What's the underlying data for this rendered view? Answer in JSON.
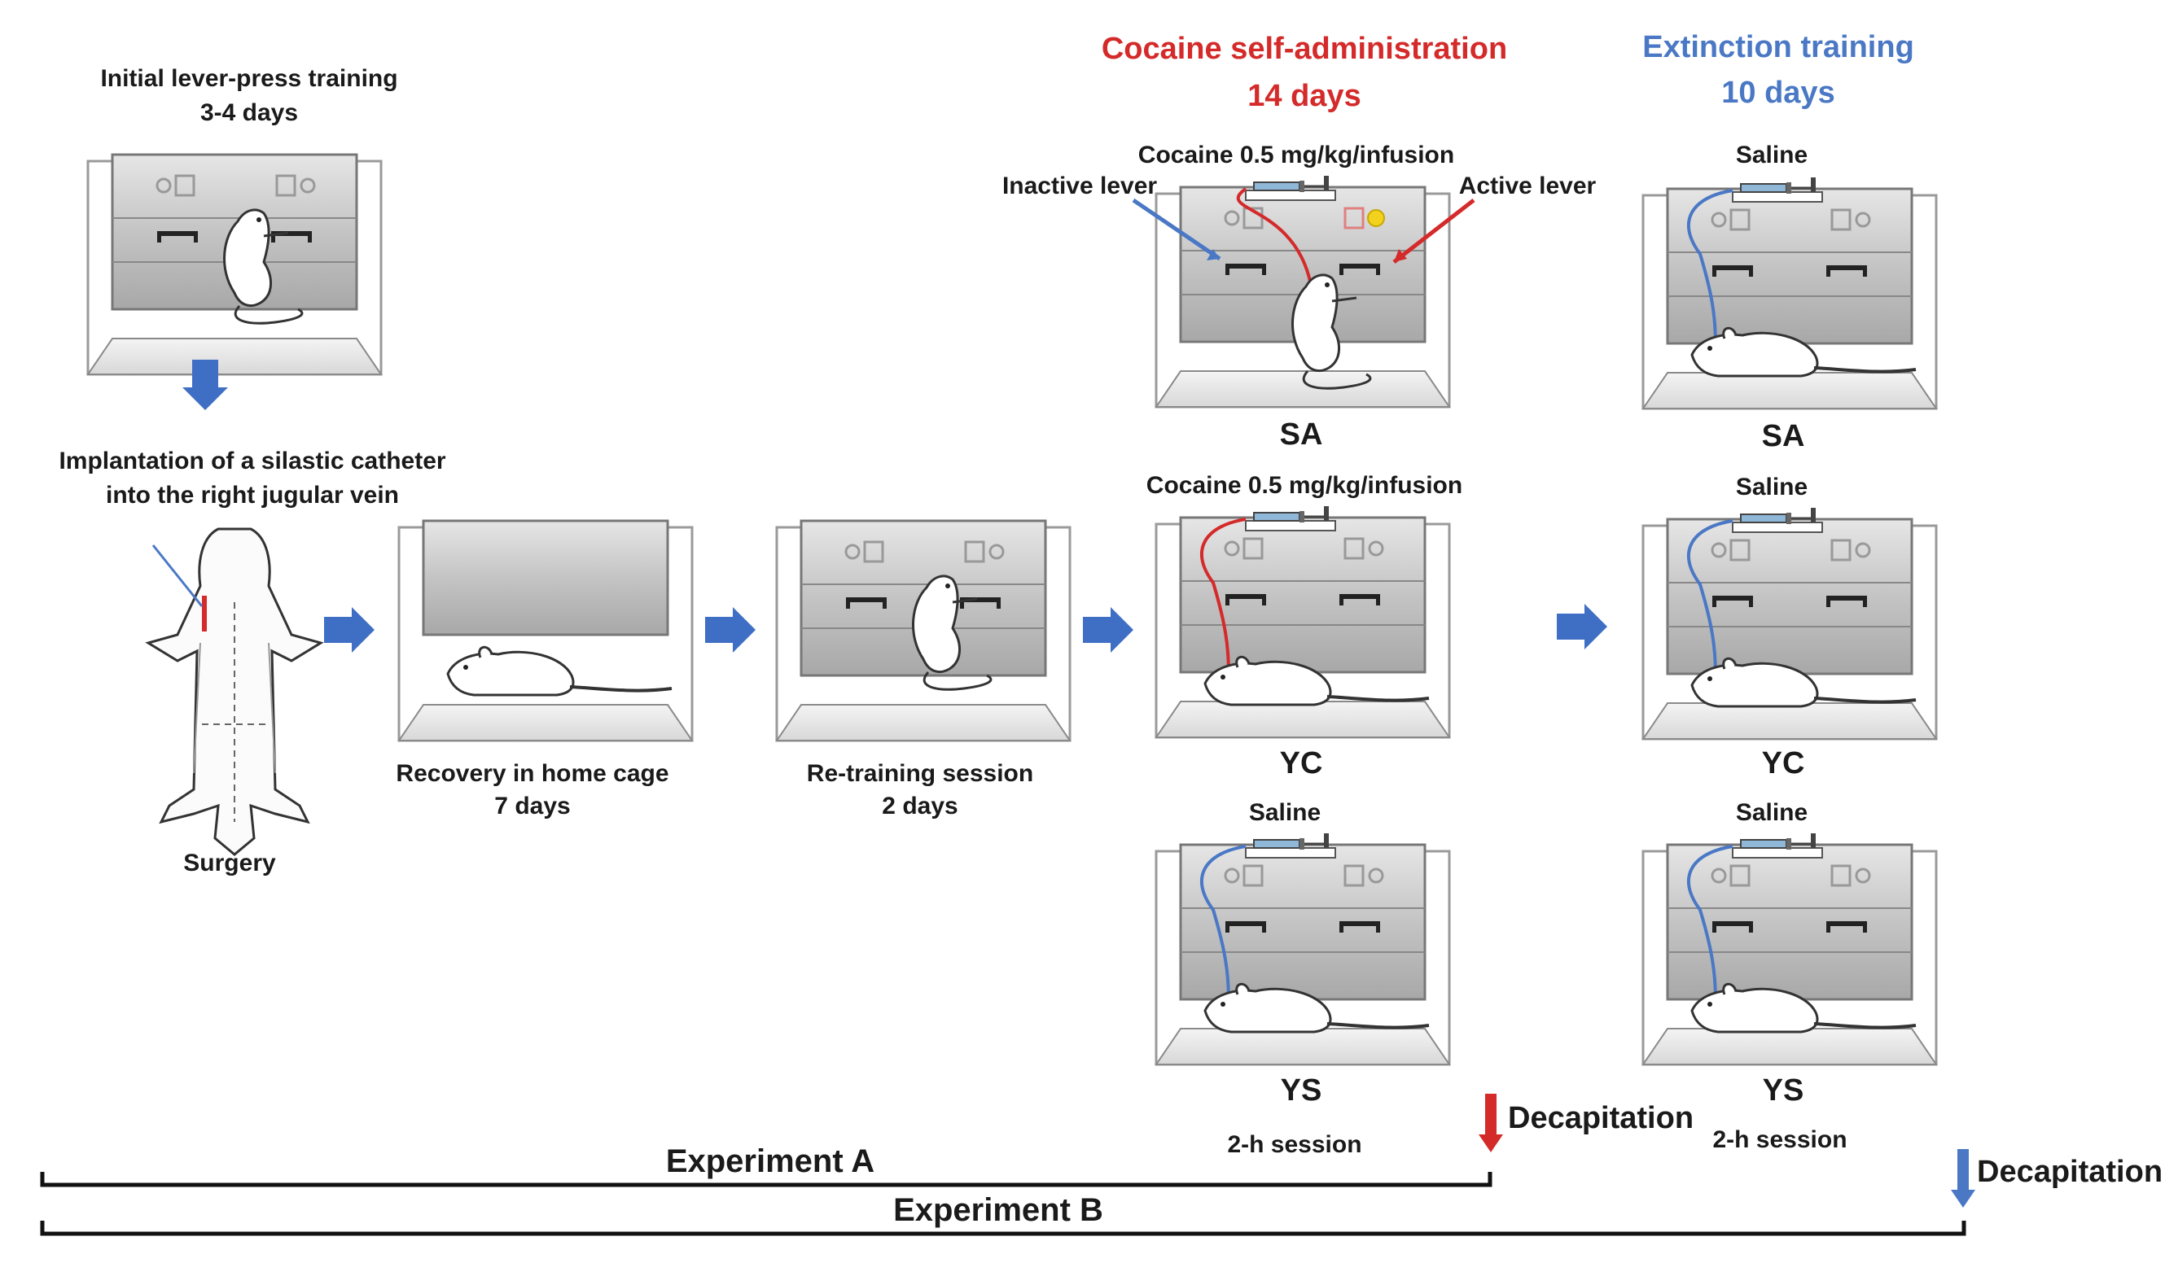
{
  "colors": {
    "arrow_blue": "#3f6fc4",
    "cocaine_red": "#d42a2a",
    "saline_blue": "#4a78c5",
    "light_on": "#f2d21e"
  },
  "steps": {
    "initial_training": {
      "title": "Initial lever-press training",
      "duration": "3-4 days"
    },
    "implantation": {
      "line1": "Implantation of a silastic catheter",
      "line2": "into the right jugular vein"
    },
    "surgery": "Surgery",
    "recovery": {
      "title": "Recovery in home cage",
      "duration": "7 days"
    },
    "retraining": {
      "title": "Re-training session",
      "duration": "2 days"
    }
  },
  "phases": {
    "self_admin": {
      "title": "Cocaine self-administration",
      "duration": "14 days",
      "session": "2-h session"
    },
    "extinction": {
      "title": "Extinction training",
      "duration": "10 days",
      "session": "2-h session"
    }
  },
  "callouts": {
    "inactive_lever": "Inactive lever",
    "active_lever": "Active lever",
    "cocaine_infusion_sa": "Cocaine 0.5 mg/kg/infusion",
    "cocaine_infusion_yc": "Cocaine 0.5 mg/kg/infusion",
    "saline_ys": "Saline",
    "ext_saline_sa": "Saline",
    "ext_saline_yc": "Saline",
    "ext_saline_ys": "Saline"
  },
  "groups": {
    "sa_1": "SA",
    "yc_1": "YC",
    "ys_1": "YS",
    "sa_2": "SA",
    "yc_2": "YC",
    "ys_2": "YS"
  },
  "endpoints": {
    "decap_a": "Decapitation",
    "decap_b": "Decapitation"
  },
  "experiments": {
    "a": "Experiment A",
    "b": "Experiment B"
  }
}
